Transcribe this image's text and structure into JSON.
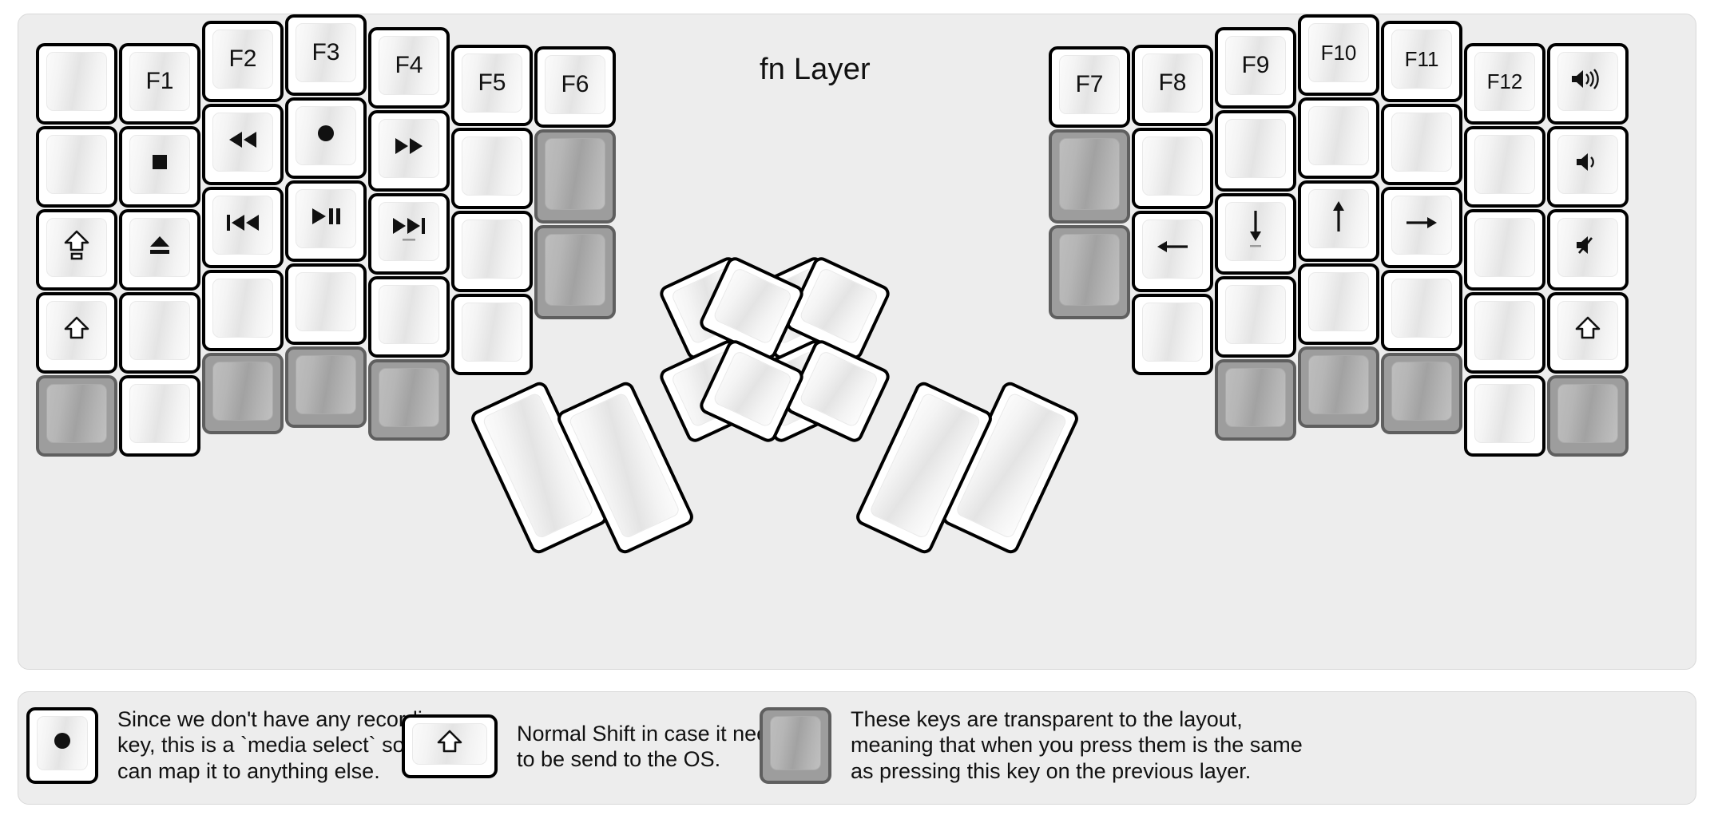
{
  "title": "fn Layer",
  "colors": {
    "panel_bg": "#ededed",
    "key_face": "#ffffff",
    "key_border": "#000000",
    "transparent_key": "#9d9d9d"
  },
  "left_half": {
    "columns": [
      {
        "name": "col-pinky-outer",
        "keys": [
          {
            "label": "",
            "icon": "blank",
            "state": "normal"
          },
          {
            "label": "",
            "icon": "blank",
            "state": "normal"
          },
          {
            "label": "",
            "icon": "caps-lock-arrow",
            "state": "normal"
          },
          {
            "label": "",
            "icon": "shift-arrow",
            "state": "normal"
          },
          {
            "label": "",
            "icon": "blank",
            "state": "transparent"
          }
        ]
      },
      {
        "name": "col-pinky",
        "keys": [
          {
            "label": "F1",
            "icon": "text",
            "state": "normal"
          },
          {
            "label": "",
            "icon": "media-stop",
            "state": "normal"
          },
          {
            "label": "",
            "icon": "media-eject",
            "state": "normal"
          },
          {
            "label": "",
            "icon": "blank",
            "state": "normal"
          },
          {
            "label": "",
            "icon": "blank",
            "state": "normal"
          }
        ]
      },
      {
        "name": "col-ring",
        "keys": [
          {
            "label": "F2",
            "icon": "text",
            "state": "normal"
          },
          {
            "label": "",
            "icon": "media-rewind",
            "state": "normal"
          },
          {
            "label": "",
            "icon": "media-prev-track",
            "state": "normal"
          },
          {
            "label": "",
            "icon": "blank",
            "state": "normal"
          },
          {
            "label": "",
            "icon": "blank",
            "state": "transparent"
          }
        ]
      },
      {
        "name": "col-middle",
        "keys": [
          {
            "label": "F3",
            "icon": "text",
            "state": "normal"
          },
          {
            "label": "",
            "icon": "media-record",
            "state": "normal"
          },
          {
            "label": "",
            "icon": "media-play-pause",
            "state": "normal"
          },
          {
            "label": "",
            "icon": "blank",
            "state": "normal"
          },
          {
            "label": "",
            "icon": "blank",
            "state": "transparent"
          }
        ]
      },
      {
        "name": "col-index",
        "keys": [
          {
            "label": "F4",
            "icon": "text",
            "state": "normal"
          },
          {
            "label": "",
            "icon": "media-fast-forward",
            "state": "normal"
          },
          {
            "label": "",
            "icon": "media-next-track",
            "state": "normal"
          },
          {
            "label": "",
            "icon": "blank",
            "state": "normal"
          },
          {
            "label": "",
            "icon": "blank",
            "state": "transparent"
          }
        ]
      },
      {
        "name": "col-index-inner",
        "keys": [
          {
            "label": "F5",
            "icon": "text",
            "state": "normal"
          },
          {
            "label": "",
            "icon": "blank",
            "state": "normal"
          },
          {
            "label": "",
            "icon": "blank",
            "state": "normal"
          },
          {
            "label": "",
            "icon": "blank",
            "state": "normal"
          }
        ]
      },
      {
        "name": "col-extra",
        "keys": [
          {
            "label": "F6",
            "icon": "text",
            "state": "normal"
          },
          {
            "label": "",
            "icon": "blank",
            "state": "transparent"
          },
          {
            "label": "",
            "icon": "blank",
            "state": "transparent"
          }
        ]
      }
    ],
    "thumb_cluster": [
      {
        "name": "thumb-l-1",
        "icon": "blank",
        "state": "normal"
      },
      {
        "name": "thumb-l-2",
        "icon": "blank",
        "state": "normal"
      },
      {
        "name": "thumb-l-3",
        "icon": "blank",
        "state": "normal"
      },
      {
        "name": "thumb-l-4",
        "icon": "blank",
        "state": "normal"
      },
      {
        "name": "thumb-l-5",
        "icon": "blank",
        "state": "normal"
      },
      {
        "name": "thumb-l-6",
        "icon": "blank",
        "state": "normal"
      }
    ]
  },
  "right_half": {
    "columns": [
      {
        "name": "col-extra",
        "keys": [
          {
            "label": "F7",
            "icon": "text",
            "state": "normal"
          },
          {
            "label": "",
            "icon": "blank",
            "state": "transparent"
          },
          {
            "label": "",
            "icon": "blank",
            "state": "transparent"
          }
        ]
      },
      {
        "name": "col-index-inner",
        "keys": [
          {
            "label": "F8",
            "icon": "text",
            "state": "normal"
          },
          {
            "label": "",
            "icon": "blank",
            "state": "normal"
          },
          {
            "label": "",
            "icon": "arrow-left",
            "state": "normal"
          },
          {
            "label": "",
            "icon": "blank",
            "state": "normal"
          }
        ]
      },
      {
        "name": "col-index",
        "keys": [
          {
            "label": "F9",
            "icon": "text",
            "state": "normal"
          },
          {
            "label": "",
            "icon": "blank",
            "state": "normal"
          },
          {
            "label": "",
            "icon": "arrow-down",
            "state": "normal"
          },
          {
            "label": "",
            "icon": "blank",
            "state": "normal"
          },
          {
            "label": "",
            "icon": "blank",
            "state": "transparent"
          }
        ]
      },
      {
        "name": "col-middle",
        "keys": [
          {
            "label": "F10",
            "icon": "text",
            "state": "normal"
          },
          {
            "label": "",
            "icon": "blank",
            "state": "normal"
          },
          {
            "label": "",
            "icon": "arrow-up",
            "state": "normal"
          },
          {
            "label": "",
            "icon": "blank",
            "state": "normal"
          },
          {
            "label": "",
            "icon": "blank",
            "state": "transparent"
          }
        ]
      },
      {
        "name": "col-ring",
        "keys": [
          {
            "label": "F11",
            "icon": "text",
            "state": "normal"
          },
          {
            "label": "",
            "icon": "blank",
            "state": "normal"
          },
          {
            "label": "",
            "icon": "arrow-right",
            "state": "normal"
          },
          {
            "label": "",
            "icon": "blank",
            "state": "normal"
          },
          {
            "label": "",
            "icon": "blank",
            "state": "transparent"
          }
        ]
      },
      {
        "name": "col-pinky",
        "keys": [
          {
            "label": "F12",
            "icon": "text",
            "state": "normal"
          },
          {
            "label": "",
            "icon": "blank",
            "state": "normal"
          },
          {
            "label": "",
            "icon": "blank",
            "state": "normal"
          },
          {
            "label": "",
            "icon": "blank",
            "state": "normal"
          },
          {
            "label": "",
            "icon": "blank",
            "state": "normal"
          }
        ]
      },
      {
        "name": "col-pinky-outer",
        "keys": [
          {
            "label": "",
            "icon": "volume-up",
            "state": "normal"
          },
          {
            "label": "",
            "icon": "volume-down",
            "state": "normal"
          },
          {
            "label": "",
            "icon": "volume-mute",
            "state": "normal"
          },
          {
            "label": "",
            "icon": "shift-arrow",
            "state": "normal"
          },
          {
            "label": "",
            "icon": "blank",
            "state": "transparent"
          }
        ]
      }
    ],
    "thumb_cluster": [
      {
        "name": "thumb-r-1",
        "icon": "blank",
        "state": "normal"
      },
      {
        "name": "thumb-r-2",
        "icon": "blank",
        "state": "normal"
      },
      {
        "name": "thumb-r-3",
        "icon": "blank",
        "state": "normal"
      },
      {
        "name": "thumb-r-4",
        "icon": "blank",
        "state": "normal"
      },
      {
        "name": "thumb-r-5",
        "icon": "blank",
        "state": "normal"
      },
      {
        "name": "thumb-r-6",
        "icon": "blank",
        "state": "normal"
      }
    ]
  },
  "legend": [
    {
      "name": "legend-media-select",
      "icon": "media-record",
      "state": "normal",
      "text": "Since we don't have any recording\nkey, this is a `media select` so user\ncan map it to anything else."
    },
    {
      "name": "legend-normal-shift",
      "icon": "shift-arrow",
      "state": "normal",
      "text": "Normal Shift in case it needs\nto be send to the OS."
    },
    {
      "name": "legend-transparent",
      "icon": "blank",
      "state": "transparent",
      "text": "These keys are transparent to the layout,\nmeaning that when you press them is the same\nas pressing this key on the previous layer."
    }
  ]
}
